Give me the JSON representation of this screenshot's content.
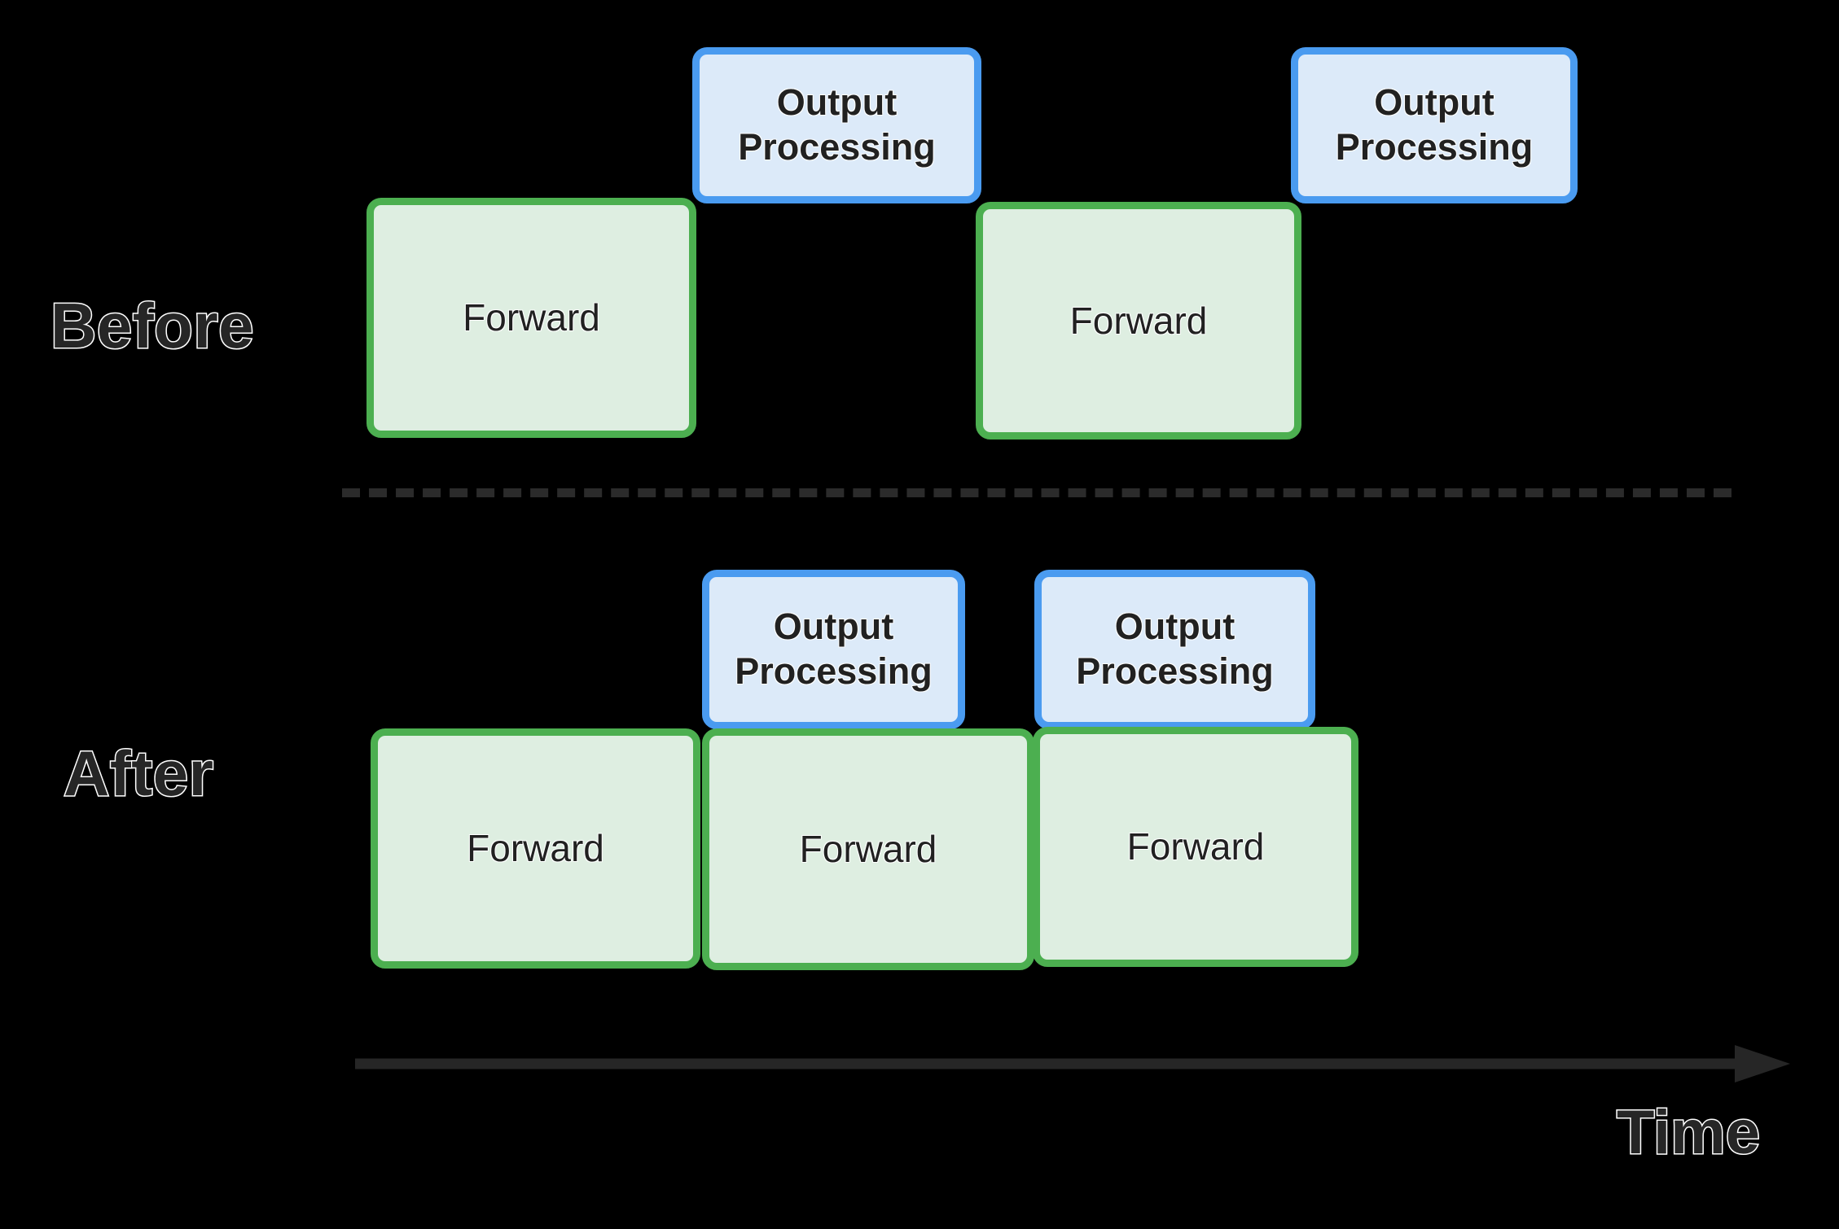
{
  "diagram": {
    "title_labels": {
      "before": "Before",
      "after": "After",
      "time": "Time"
    },
    "colors": {
      "background": "#000000",
      "forward_fill": "#DEEEE1",
      "forward_border": "#4CAF50",
      "output_fill": "#DCEAF9",
      "output_border": "#4A9BF0",
      "divider": "#2b2b2b",
      "axis": "#262626",
      "label_text": "#262626",
      "label_outline": "#FFFFFF"
    },
    "before_row": {
      "label": "Before",
      "forward_blocks": [
        {
          "label": "Forward"
        },
        {
          "label": "Forward"
        }
      ],
      "output_blocks": [
        {
          "label": "Output\nProcessing",
          "line1": "Output",
          "line2": "Processing"
        },
        {
          "label": "Output\nProcessing",
          "line1": "Output",
          "line2": "Processing"
        }
      ]
    },
    "after_row": {
      "label": "After",
      "forward_blocks": [
        {
          "label": "Forward"
        },
        {
          "label": "Forward"
        },
        {
          "label": "Forward"
        }
      ],
      "output_blocks": [
        {
          "label": "Output\nProcessing",
          "line1": "Output",
          "line2": "Processing"
        },
        {
          "label": "Output\nProcessing",
          "line1": "Output",
          "line2": "Processing"
        }
      ]
    },
    "axis": {
      "label": "Time",
      "direction": "left-to-right",
      "arrowhead": "right"
    },
    "divider": {
      "style": "dashed",
      "orientation": "horizontal"
    }
  }
}
